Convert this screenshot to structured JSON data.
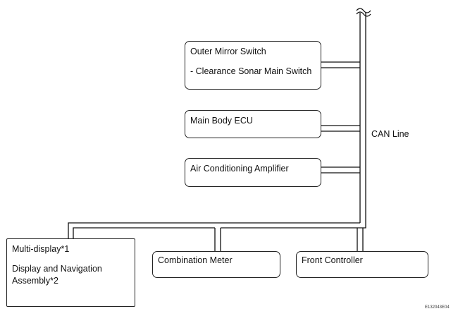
{
  "boxes": {
    "outer_mirror_switch": {
      "line1": "Outer Mirror Switch",
      "line2": "- Clearance Sonar Main Switch"
    },
    "main_body_ecu": {
      "label": "Main Body ECU"
    },
    "air_conditioning_amplifier": {
      "label": "Air Conditioning Amplifier"
    },
    "multi_display": {
      "line1": "Multi-display*1",
      "line2": "Display and Navigation",
      "line3": "Assembly*2"
    },
    "combination_meter": {
      "label": "Combination Meter"
    },
    "front_controller": {
      "label": "Front Controller"
    }
  },
  "bus_label": "CAN Line",
  "figure_code": "E132043E04"
}
